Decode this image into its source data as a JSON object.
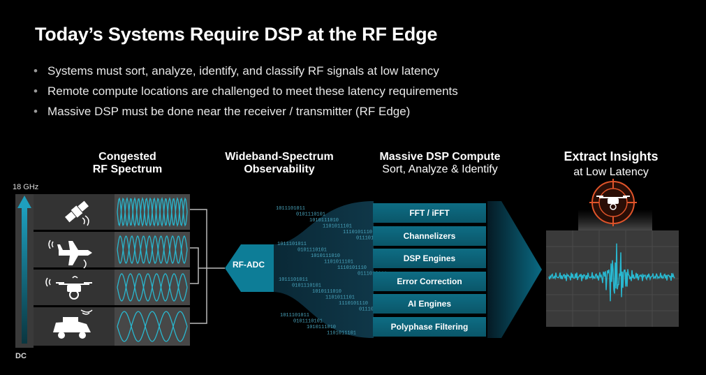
{
  "title": "Today’s Systems Require DSP at the RF Edge",
  "bullets": [
    "Systems must sort, analyze, identify, and classify RF signals at low latency",
    "Remote compute locations are challenged to meet these latency requirements",
    "Massive DSP must be done near the receiver / transmitter (RF Edge)"
  ],
  "columns": {
    "congested": {
      "line1": "Congested",
      "line2": "RF Spectrum"
    },
    "wideband": {
      "line1": "Wideband-Spectrum",
      "line2": "Observability"
    },
    "massive": {
      "line1": "Massive DSP Compute",
      "line2": "Sort, Analyze & Identify"
    },
    "extract": {
      "line1": "Extract Insights",
      "line2": "at Low Latency"
    }
  },
  "axis": {
    "top": "18 GHz",
    "bottom": "DC"
  },
  "rf_adc": "RF-ADC",
  "dsp_items": [
    "FFT / iFFT",
    "Channelizers",
    "DSP Engines",
    "Error Correction",
    "AI Engines",
    "Polyphase Filtering"
  ],
  "spectrum_rows": [
    {
      "icon": "satellite-icon"
    },
    {
      "icon": "jet-icon"
    },
    {
      "icon": "drone-icon"
    },
    {
      "icon": "vehicle-icon"
    }
  ],
  "colors": {
    "accent": "#0e7d97",
    "wave": "#29b8d0",
    "highlight": "#e0542a"
  }
}
